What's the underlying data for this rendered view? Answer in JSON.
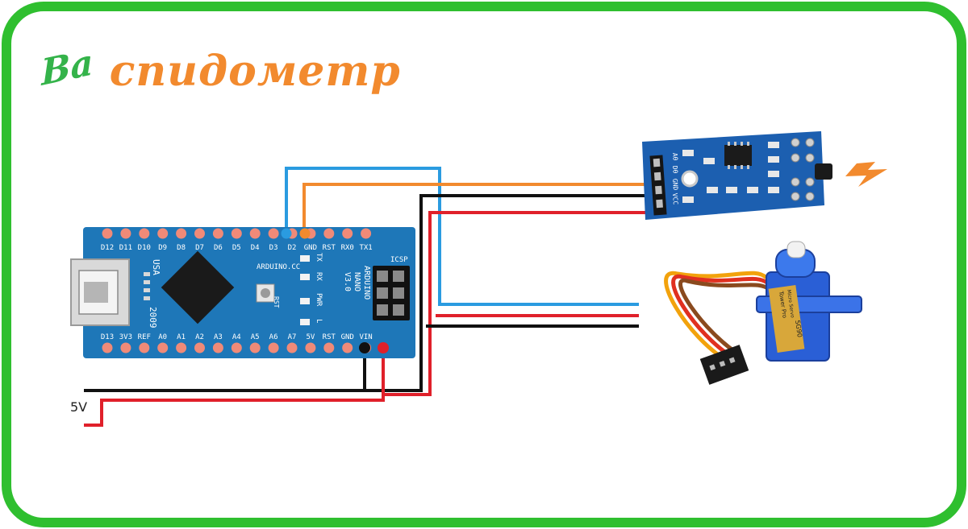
{
  "title": {
    "prefix": "Ba",
    "word": "спидометр"
  },
  "colors": {
    "frame": "#2fbf2f",
    "board": "#1e77b8",
    "sensor_board": "#1c5fb0",
    "wire_blue": "#2a9be0",
    "wire_orange": "#f28a2e",
    "wire_black": "#111111",
    "wire_red": "#e0202a",
    "title_green": "#34b34a",
    "title_orange": "#f28a2e"
  },
  "arduino": {
    "top_pins": [
      "D12",
      "D11",
      "D10",
      "D9",
      "D8",
      "D7",
      "D6",
      "D5",
      "D4",
      "D3",
      "D2",
      "GND",
      "RST",
      "RX0",
      "TX1"
    ],
    "bottom_pins": [
      "D13",
      "3V3",
      "REF",
      "A0",
      "A1",
      "A2",
      "A3",
      "A4",
      "A5",
      "A6",
      "A7",
      "5V",
      "RST",
      "GND",
      "VIN"
    ],
    "usa_label": "USA",
    "year_label": "2009",
    "site_label": "ARDUINO.CC",
    "name_lines": [
      "ARDUINO",
      "NANO",
      "V3.0"
    ],
    "led_labels": [
      "TX",
      "RX",
      "PWR",
      "L"
    ],
    "rst_label": "RST",
    "icsp_label": "ICSP"
  },
  "sensor": {
    "pin_labels": [
      "A0",
      "D0",
      "GND",
      "VCC"
    ]
  },
  "servo": {
    "labels": [
      "Tower Pro",
      "Micro Servo",
      "SG90"
    ]
  },
  "power_label": "5V",
  "icons": [
    "lightning-icon",
    "servo-icon",
    "sensor-module-icon",
    "arduino-nano-icon"
  ]
}
